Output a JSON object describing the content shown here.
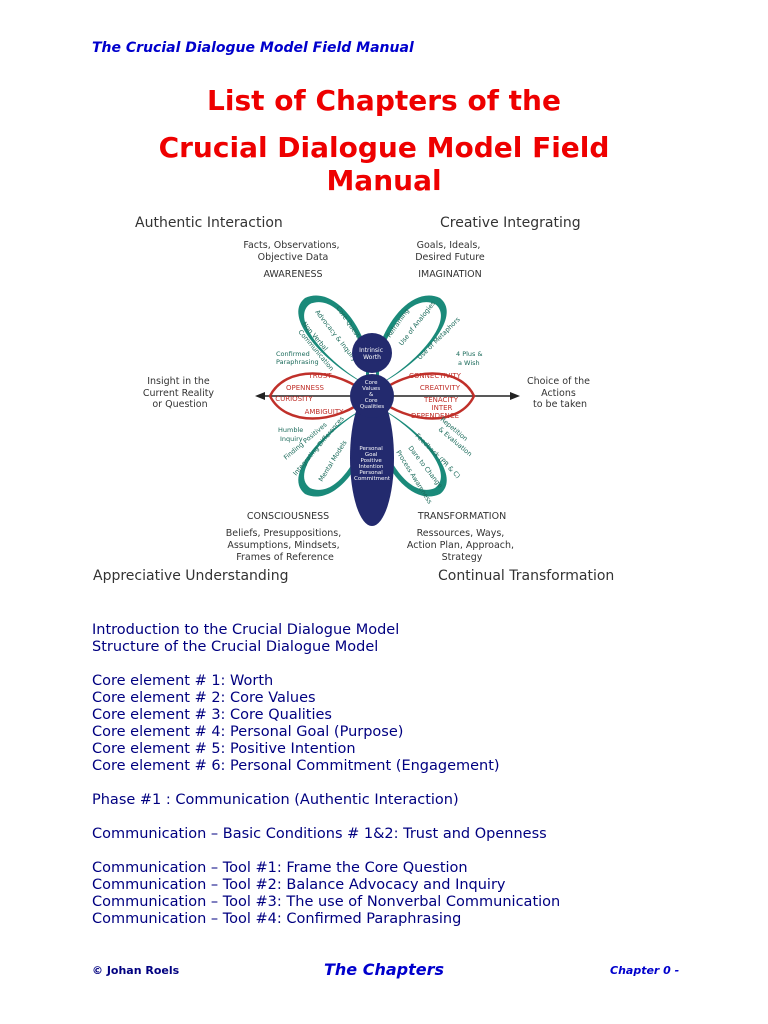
{
  "header": {
    "running_title": "The Crucial Dialogue Model Field Manual"
  },
  "title": {
    "line1": "List of Chapters of the",
    "line2": "Crucial Dialogue Model Field",
    "line3": "Manual"
  },
  "diagram": {
    "quadrants": {
      "top_left": "Authentic Interaction",
      "top_right": "Creative  Integrating",
      "bottom_left": "Appreciative Understanding",
      "bottom_right": "Continual Transformation"
    },
    "top_left_note": [
      "Facts, Observations,",
      "Objective Data"
    ],
    "top_left_label": "AWARENESS",
    "top_right_note": [
      "Goals, Ideals,",
      "Desired Future"
    ],
    "top_right_label": "IMAGINATION",
    "bottom_left_label": "CONSCIOUSNESS",
    "bottom_left_note": [
      "Beliefs, Presuppositions,",
      "Assumptions, Mindsets,",
      "Frames of Reference"
    ],
    "bottom_right_label": "TRANSFORMATION",
    "bottom_right_note": [
      "Ressources, Ways,",
      "Action Plan, Approach,",
      "Strategy"
    ],
    "left_side": [
      "Insight in the",
      "Current Reality",
      "or Question"
    ],
    "right_side": [
      "Choice of the",
      "Actions",
      "to be taken"
    ],
    "center_top": [
      "Intrinsic",
      "Worth"
    ],
    "center_mid": [
      "Core",
      "Values",
      "&",
      "Core",
      "Qualities"
    ],
    "center_bottom": [
      "Personal",
      "Goal",
      "Positive",
      "Intention",
      "Personal",
      "Commitment"
    ],
    "left_red": [
      "TRUST",
      "OPENNESS",
      "CURIOSITY",
      "AMBIGUITY"
    ],
    "right_red": [
      "CONNECTIVITY",
      "CREATIVITY",
      "TENACITY",
      "INTER",
      "DEPENDENCE"
    ],
    "wing_tl": [
      "Core Question",
      "Advocacy & Inquiry",
      "Non Verbal",
      "Communication",
      "Confirmed",
      "Paraphrasing"
    ],
    "wing_tr": [
      "Reframing",
      "Use of Analogies",
      "Use of Metaphors",
      "4 Plus &",
      "a Wish"
    ],
    "wing_bl": [
      "Humble",
      "Inquiry",
      "Finding Positives",
      "Integrating Differences",
      "Mental Models"
    ],
    "wing_br": [
      "Repetition",
      "& Evaluation",
      "Feedback (PR & C)",
      "Dare to Change",
      "Process Awareness"
    ]
  },
  "toc": {
    "items": [
      "Introduction to the Crucial Dialogue Model",
      "Structure of the Crucial Dialogue Model",
      "",
      "Core element # 1: Worth",
      "Core element # 2: Core Values",
      "Core element # 3: Core Qualities",
      "Core element # 4: Personal Goal (Purpose)",
      "Core element # 5: Positive Intention",
      "Core element # 6: Personal Commitment (Engagement)",
      "",
      "Phase #1 : Communication (Authentic Interaction)",
      "",
      "Communication – Basic Conditions # 1&2: Trust and Openness",
      "",
      "Communication – Tool #1: Frame the Core Question",
      "Communication – Tool #2: Balance Advocacy and Inquiry",
      "Communication – Tool #3: The use of Nonverbal Communication",
      "Communication – Tool #4: Confirmed Paraphrasing"
    ]
  },
  "footer": {
    "author": "© Johan Roels",
    "section": "The Chapters",
    "chapter": "Chapter 0 -"
  }
}
